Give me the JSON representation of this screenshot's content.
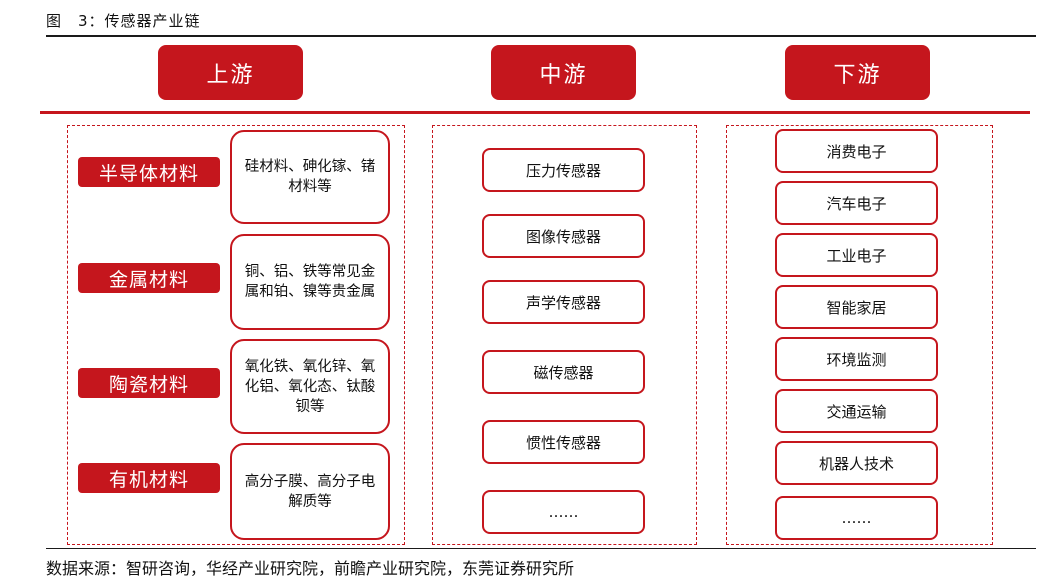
{
  "figure_title": "图　3：传感器产业链",
  "headers": {
    "upstream": "上游",
    "midstream": "中游",
    "downstream": "下游"
  },
  "upstream": [
    {
      "label": "半导体材料",
      "detail": "硅材料、砷化镓、锗材料等"
    },
    {
      "label": "金属材料",
      "detail": "铜、铝、铁等常见金属和铂、镍等贵金属"
    },
    {
      "label": "陶瓷材料",
      "detail": "氧化铁、氧化锌、氧化铝、氧化态、钛酸钡等"
    },
    {
      "label": "有机材料",
      "detail": "高分子膜、高分子电解质等"
    }
  ],
  "midstream": [
    "压力传感器",
    "图像传感器",
    "声学传感器",
    "磁传感器",
    "惯性传感器",
    "……"
  ],
  "downstream": [
    "消费电子",
    "汽车电子",
    "工业电子",
    "智能家居",
    "环境监测",
    "交通运输",
    "机器人技术",
    "……"
  ],
  "source": "数据来源：智研咨询，华经产业研究院，前瞻产业研究院，东莞证券研究所",
  "colors": {
    "accent": "#c5161d",
    "text": "#111111",
    "background": "#ffffff"
  }
}
